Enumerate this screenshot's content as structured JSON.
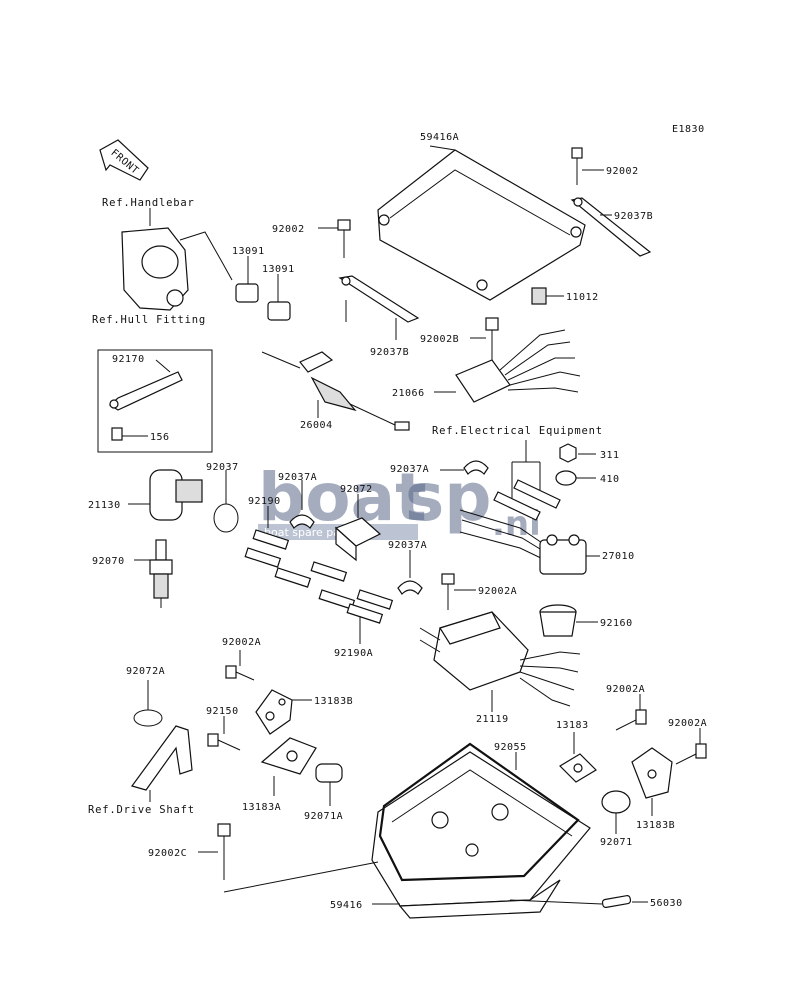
{
  "diagram_code": "E1830",
  "front_label": "FRONT",
  "refs": {
    "handlebar": "Ref.Handlebar",
    "hull_fitting": "Ref.Hull Fitting",
    "electrical": "Ref.Electrical Equipment",
    "drive_shaft": "Ref.Drive Shaft"
  },
  "watermark": {
    "brand_a": "boat",
    "brand_b": "sp",
    "tld": ".nl",
    "tagline": "boat spare parts"
  },
  "parts": {
    "p59416A": "59416A",
    "p92002_top": "92002",
    "p92037B_top": "92037B",
    "p11012": "11012",
    "p92002_left": "92002",
    "p92037B_mid": "92037B",
    "p92002B": "92002B",
    "p21066": "21066",
    "p13091_a": "13091",
    "p13091_b": "13091",
    "p92170": "92170",
    "p156": "156",
    "p26004": "26004",
    "p311": "311",
    "p410": "410",
    "p21130": "21130",
    "p92037": "92037",
    "p92037A_a": "92037A",
    "p92072": "92072",
    "p92037A_b": "92037A",
    "p92190": "92190",
    "p92037A_c": "92037A",
    "p27010": "27010",
    "p92070": "92070",
    "p92002A_a": "92002A",
    "p92160": "92160",
    "p92190A": "92190A",
    "p92002A_b": "92002A",
    "p92072A": "92072A",
    "p13183B_a": "13183B",
    "p21119": "21119",
    "p92002A_c": "92002A",
    "p92002A_d": "92002A",
    "p92150": "92150",
    "p13183": "13183",
    "p92055": "92055",
    "p13183A": "13183A",
    "p92071A": "92071A",
    "p13183B_b": "13183B",
    "p92071": "92071",
    "p92002C": "92002C",
    "p59416": "59416",
    "p56030": "56030"
  }
}
